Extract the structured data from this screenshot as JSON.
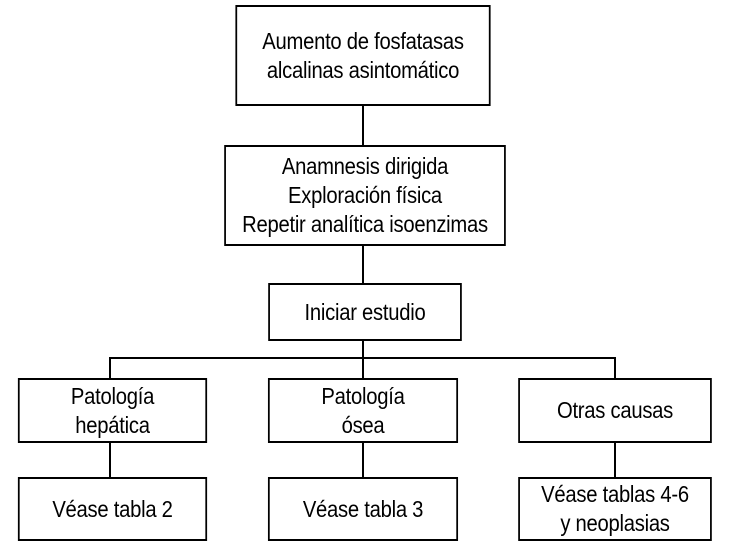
{
  "diagram": {
    "nodes": {
      "start": {
        "lines": [
          "Aumento de fosfatasas",
          "alcalinas asintomático"
        ]
      },
      "evaluation": {
        "lines": [
          "Anamnesis dirigida",
          "Exploración física",
          "Repetir analítica isoenzimas"
        ]
      },
      "study": {
        "lines": [
          "Iniciar estudio"
        ]
      },
      "hepatic": {
        "lines": [
          "Patología",
          "hepática"
        ]
      },
      "bone": {
        "lines": [
          "Patología",
          "ósea"
        ]
      },
      "other": {
        "lines": [
          "Otras causas"
        ]
      },
      "ref_table2": {
        "lines": [
          "Véase tabla 2"
        ]
      },
      "ref_table3": {
        "lines": [
          "Véase tabla 3"
        ]
      },
      "ref_tables4_6": {
        "lines": [
          "Véase tablas 4-6",
          "y neoplasias"
        ]
      }
    },
    "edges": [
      {
        "from": "start",
        "to": "evaluation"
      },
      {
        "from": "evaluation",
        "to": "study"
      },
      {
        "from": "study",
        "to": "hepatic"
      },
      {
        "from": "study",
        "to": "bone"
      },
      {
        "from": "study",
        "to": "other"
      },
      {
        "from": "hepatic",
        "to": "ref_table2"
      },
      {
        "from": "bone",
        "to": "ref_table3"
      },
      {
        "from": "other",
        "to": "ref_tables4_6"
      }
    ],
    "colors": {
      "line": "#000000",
      "box_fill": "#ffffff",
      "text": "#000000"
    }
  }
}
